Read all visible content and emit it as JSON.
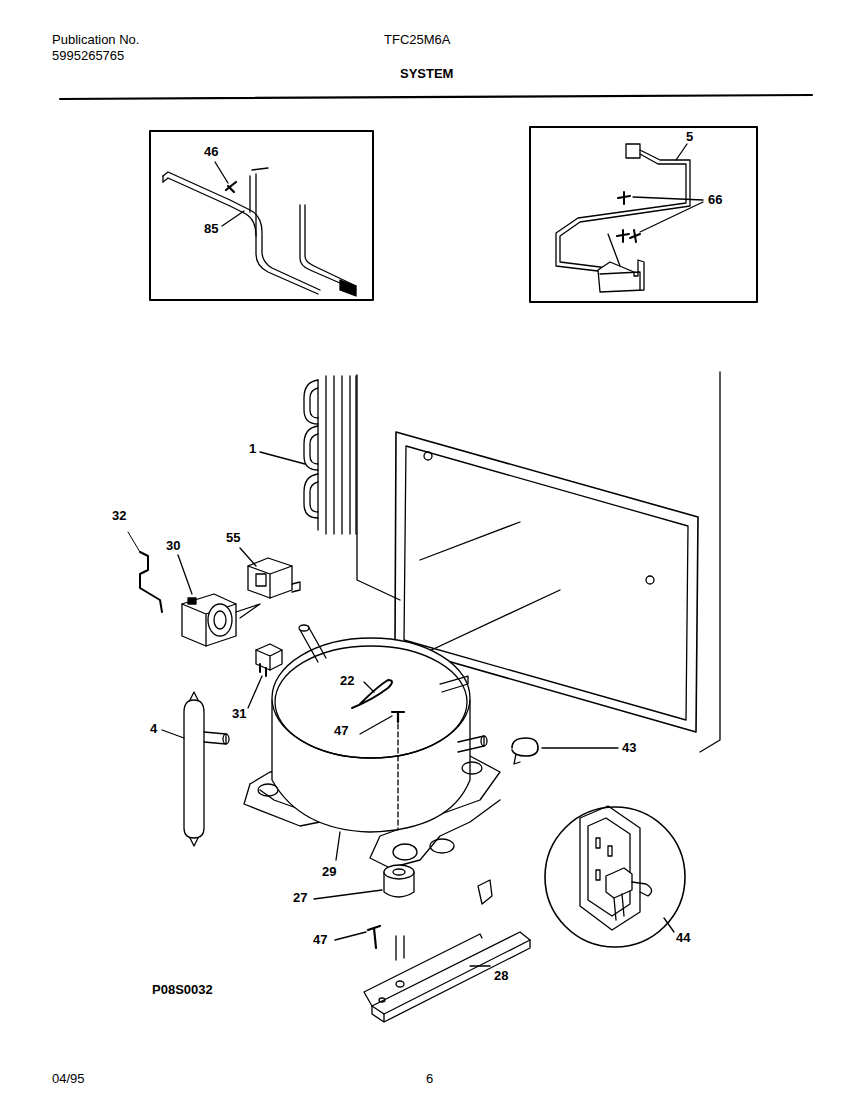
{
  "diagram": {
    "title": "SYSTEM",
    "labels": [
      "Publication No.",
      "5995265765",
      "TFC25M6A",
      "46",
      "85",
      "5",
      "66",
      "1",
      "32",
      "30",
      "55",
      "31",
      "22",
      "47",
      "4",
      "43",
      "29",
      "27",
      "47",
      "28",
      "44",
      "P08S0032",
      "04/95",
      "6"
    ]
  }
}
